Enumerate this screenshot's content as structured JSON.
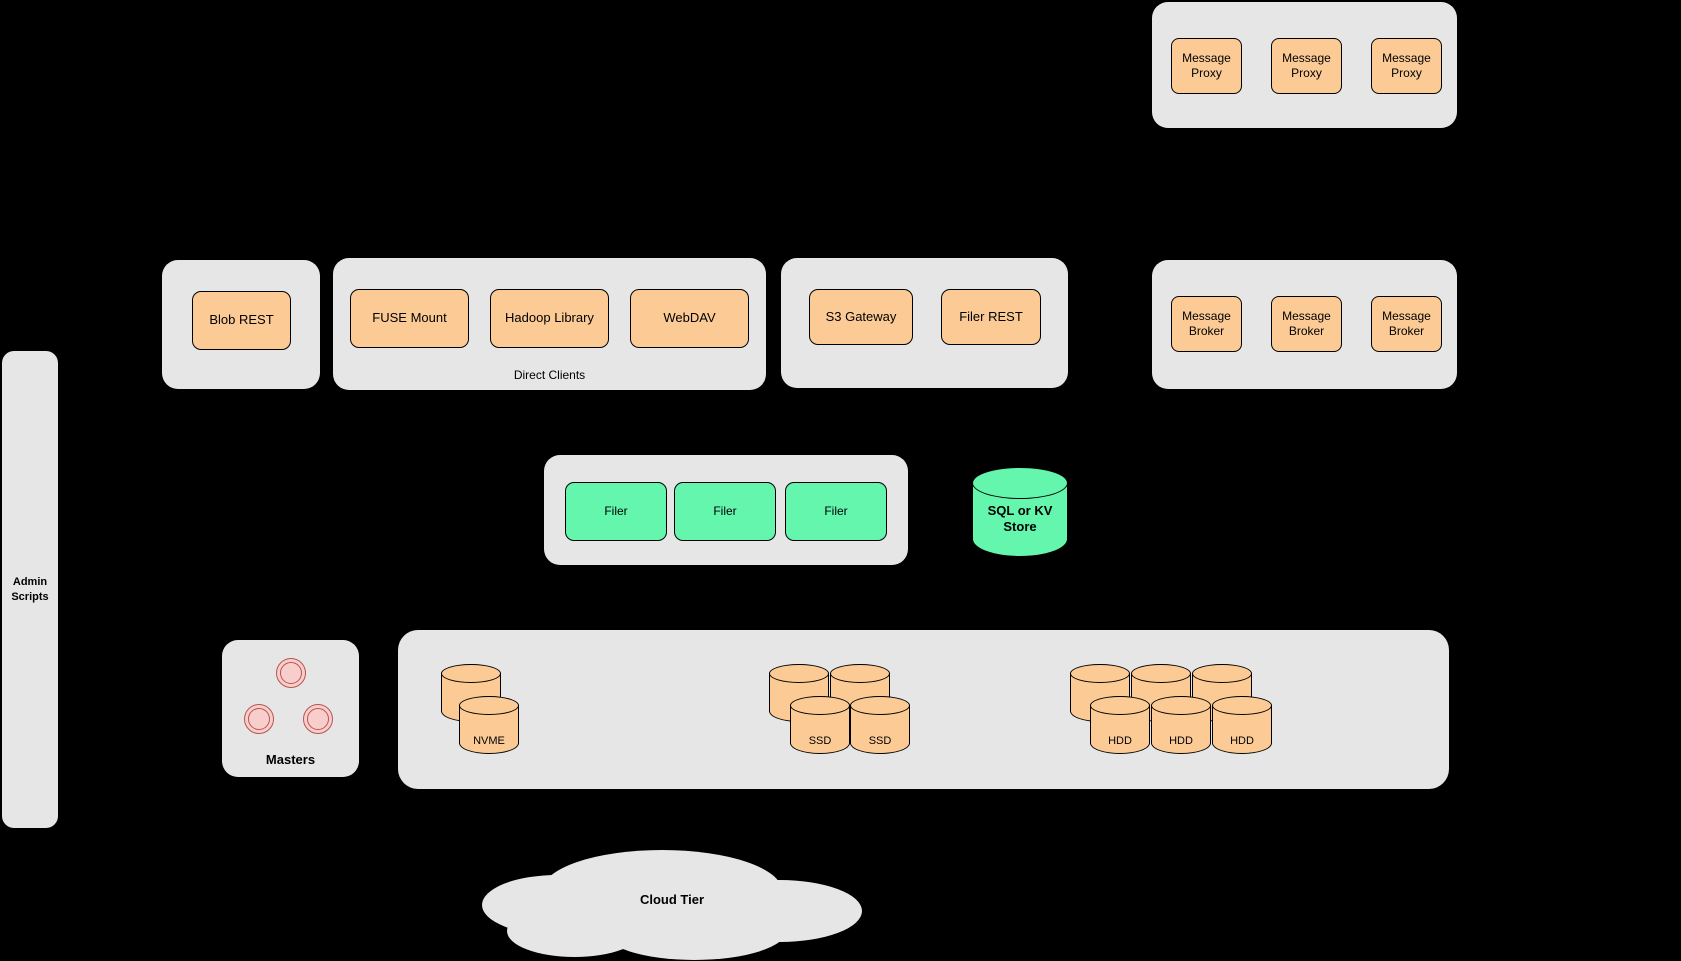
{
  "colors": {
    "background": "#000000",
    "container": "#e6e6e6",
    "node_orange": "#fccb95",
    "node_green": "#64f6ad",
    "masters_pink": "#f8cecc",
    "masters_border": "#b85450",
    "border": "#000000"
  },
  "message_proxies": {
    "items": [
      "Message Proxy",
      "Message Proxy",
      "Message Proxy"
    ]
  },
  "clients": {
    "blob": "Blob REST",
    "direct": {
      "label": "Direct Clients",
      "items": [
        "FUSE Mount",
        "Hadoop Library",
        "WebDAV"
      ]
    },
    "gateways": {
      "items": [
        "S3 Gateway",
        "Filer REST"
      ]
    }
  },
  "message_brokers": {
    "items": [
      "Message Broker",
      "Message Broker",
      "Message Broker"
    ]
  },
  "filers": {
    "items": [
      "Filer",
      "Filer",
      "Filer"
    ]
  },
  "store": {
    "label": "SQL or KV Store"
  },
  "admin": {
    "label": "Admin Scripts"
  },
  "masters": {
    "label": "Masters"
  },
  "volume_servers": {
    "nvme": {
      "label": "NVME"
    },
    "ssd": {
      "labels": [
        "SSD",
        "SSD"
      ]
    },
    "hdd": {
      "labels": [
        "HDD",
        "HDD",
        "HDD"
      ]
    }
  },
  "cloud": {
    "label": "Cloud Tier"
  }
}
